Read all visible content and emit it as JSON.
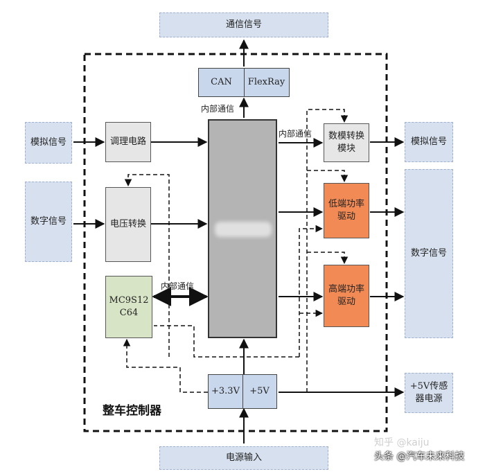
{
  "io": {
    "comm_signal": "通信信号",
    "analog_in": "模拟信号",
    "digital_in": "数字信号",
    "analog_out": "模拟信号",
    "digital_out": "数字信号",
    "sensor_power": "+5V传感器电源",
    "power_input": "电源输入"
  },
  "blocks": {
    "can": "CAN",
    "flexray": "FlexRay",
    "conditioning": "调理电路",
    "voltage_conv": "电压转换",
    "mc9s12": "MC9S12 C64",
    "dac": "数模转换模块",
    "low_side": "低端功率驱动",
    "high_side": "高端功率驱动",
    "v33": "+3.3V",
    "v5": "+5V"
  },
  "labels": {
    "internal_comm_top": "内部通信",
    "internal_comm_right": "内部通信",
    "internal_comm_left": "内部通信",
    "controller_title": "整车控制器"
  },
  "watermark": {
    "faint": "知乎 @kaiju",
    "main": "头条 @汽车未来科技"
  },
  "colors": {
    "io_fill": "#d7e0ee",
    "driver_fill": "#f28a55",
    "mcu_fill": "#b4b4b4",
    "chip_fill": "#d8e4c6"
  }
}
